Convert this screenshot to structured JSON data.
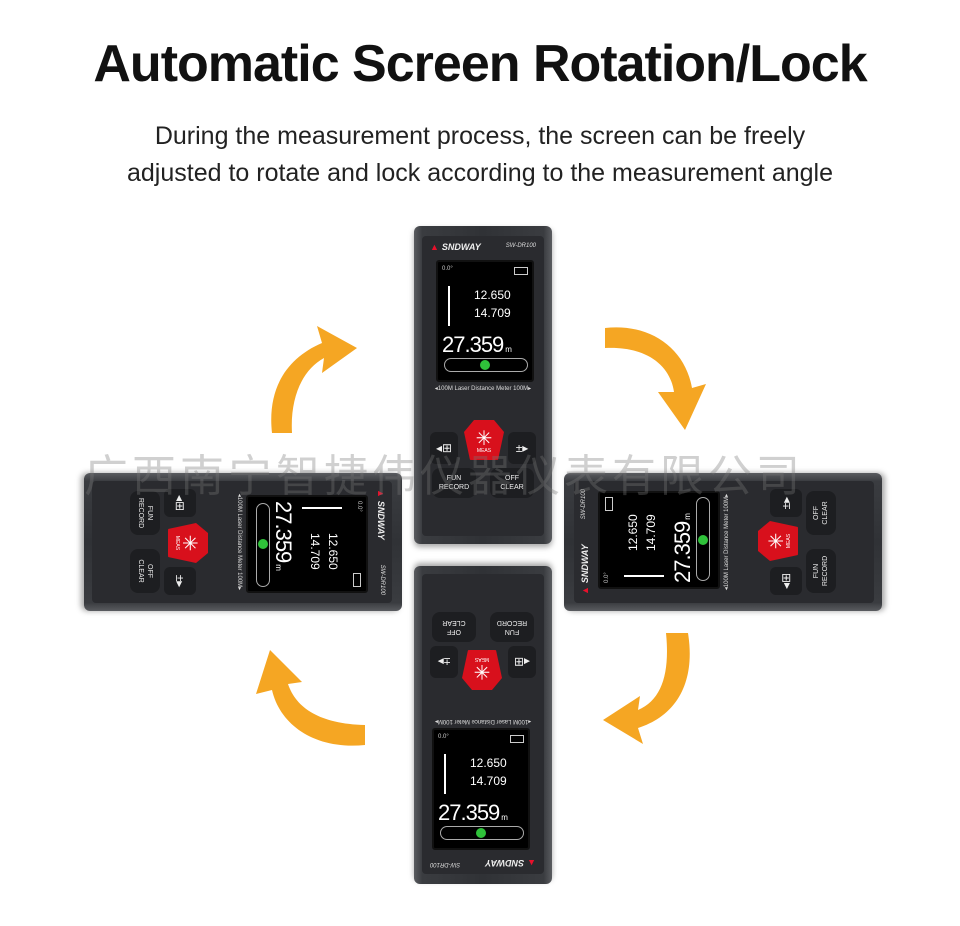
{
  "header": {
    "title": "Automatic Screen Rotation/Lock",
    "subtitle_line1": "During the measurement process, the screen can be freely",
    "subtitle_line2": "adjusted to rotate and lock according to the measurement angle"
  },
  "device": {
    "brand": "SNDWAY",
    "model": "SW-DR100",
    "angle": "0.0°",
    "value_top": "12.650",
    "value_bottom": "14.709",
    "main_value": "27.359",
    "unit": "m",
    "range_label": "◂100M Laser Distance Meter 100M▸",
    "meas_label": "MEAS",
    "fun_label": "FUN",
    "record_label": "RECORD",
    "off_label": "OFF",
    "clear_label": "CLEAR"
  },
  "watermark": "广西南宁智捷伟仪器仪表有限公司",
  "colors": {
    "arrow": "#f5a623",
    "meas_button": "#d8101c",
    "indicator": "#2fc23a"
  },
  "icons": [
    "rotate-arrow-icon",
    "laser-star-icon",
    "battery-icon"
  ]
}
